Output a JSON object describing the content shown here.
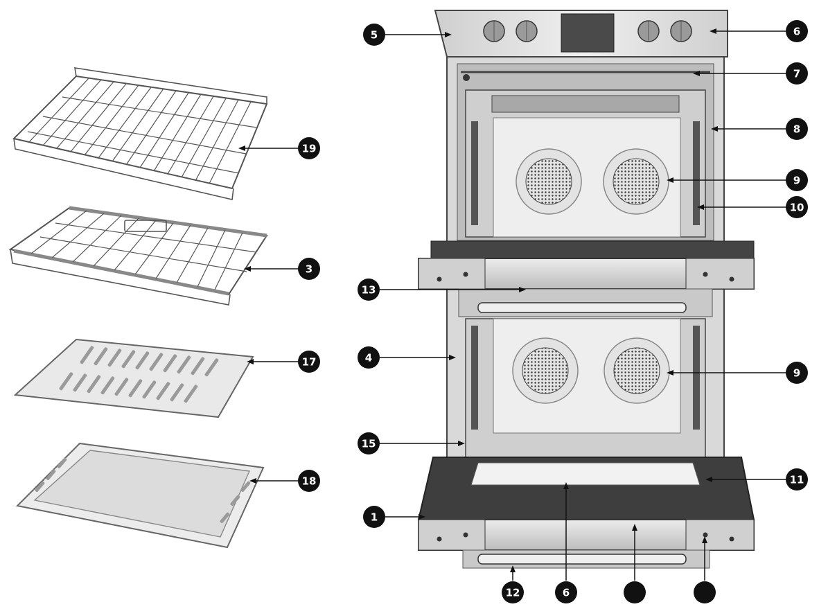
{
  "diagram": {
    "callouts": [
      {
        "id": "c5",
        "label": "5"
      },
      {
        "id": "c6a",
        "label": "6"
      },
      {
        "id": "c7",
        "label": "7"
      },
      {
        "id": "c8",
        "label": "8"
      },
      {
        "id": "c9a",
        "label": "9"
      },
      {
        "id": "c10",
        "label": "10"
      },
      {
        "id": "c13",
        "label": "13"
      },
      {
        "id": "c4",
        "label": "4"
      },
      {
        "id": "c9b",
        "label": "9"
      },
      {
        "id": "c15",
        "label": "15"
      },
      {
        "id": "c11",
        "label": "11"
      },
      {
        "id": "c1",
        "label": "1"
      },
      {
        "id": "c12",
        "label": "12"
      },
      {
        "id": "c6b",
        "label": "6"
      },
      {
        "id": "cbl1",
        "label": ""
      },
      {
        "id": "cbl2",
        "label": ""
      },
      {
        "id": "c19",
        "label": "19"
      },
      {
        "id": "c3",
        "label": "3"
      },
      {
        "id": "c17",
        "label": "17"
      },
      {
        "id": "c18",
        "label": "18"
      }
    ],
    "colors": {
      "stroke": "#2a2a2a",
      "steel": "#cfcfcf",
      "steel_dark": "#9a9a9a",
      "cavity": "#e6e6e6",
      "glass": "#3a3a3a",
      "badge": "#111111"
    }
  }
}
